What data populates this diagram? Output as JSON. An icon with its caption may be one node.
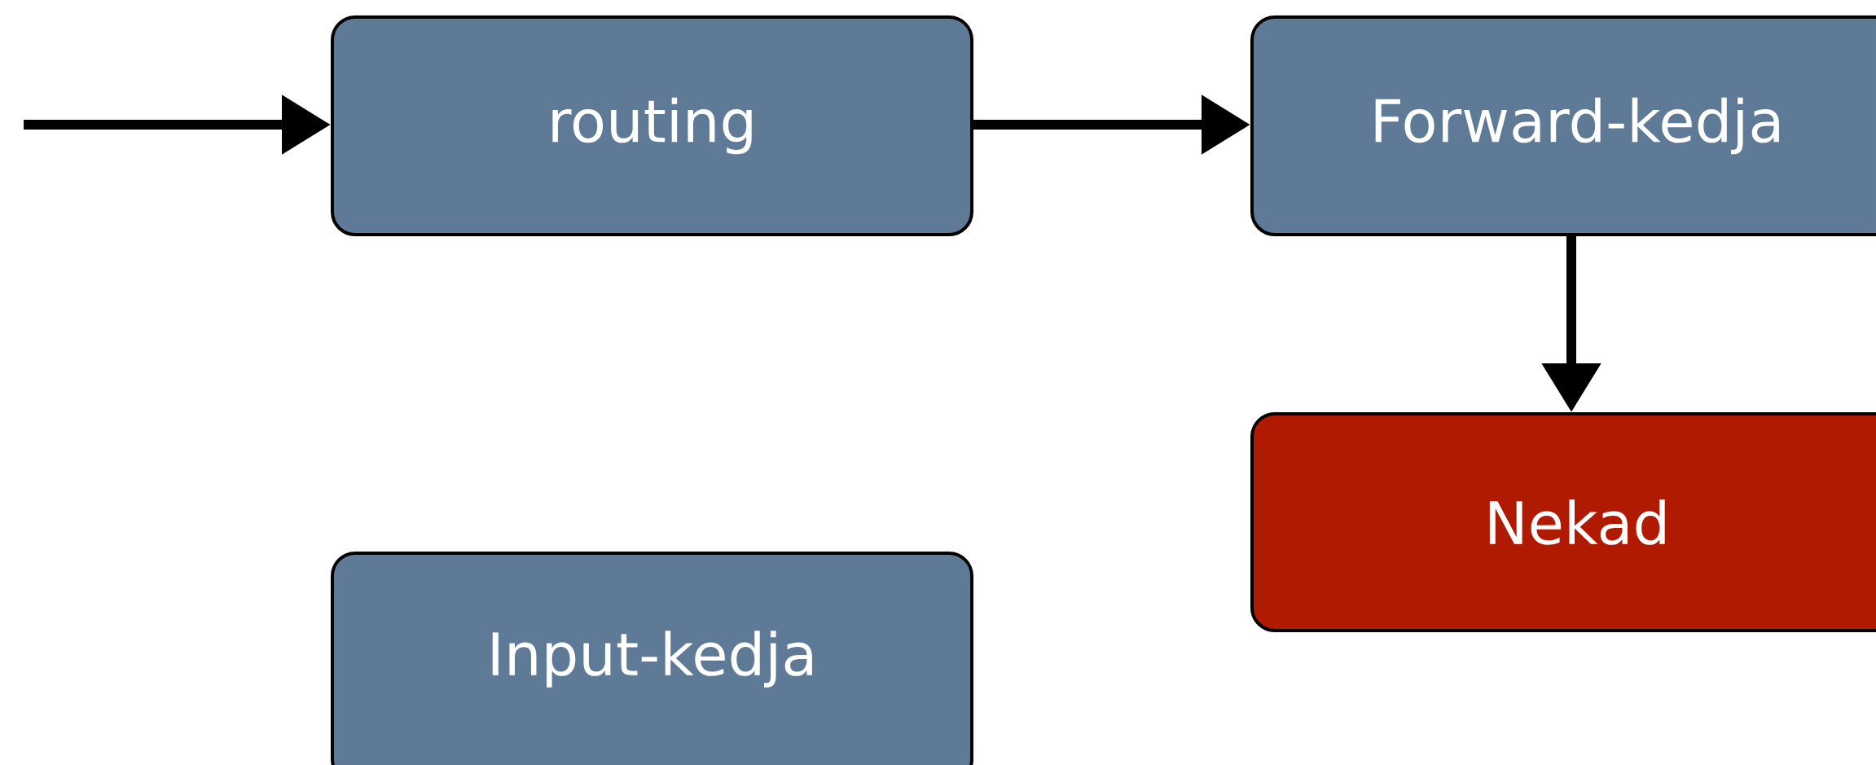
{
  "diagram": {
    "nodes": [
      {
        "text": [
          "routing"
        ]
      },
      {
        "text": [
          "Forward-kedja"
        ]
      },
      {
        "text": [
          "Nekad"
        ]
      },
      {
        "text": [
          "Input-kedja"
        ]
      }
    ],
    "edges": [
      {
        "from": null,
        "to": 0,
        "arrow": "to"
      },
      {
        "from": 0,
        "to": 1,
        "arrow": "to"
      },
      {
        "from": 1,
        "to": 2,
        "arrow": "to"
      }
    ]
  }
}
